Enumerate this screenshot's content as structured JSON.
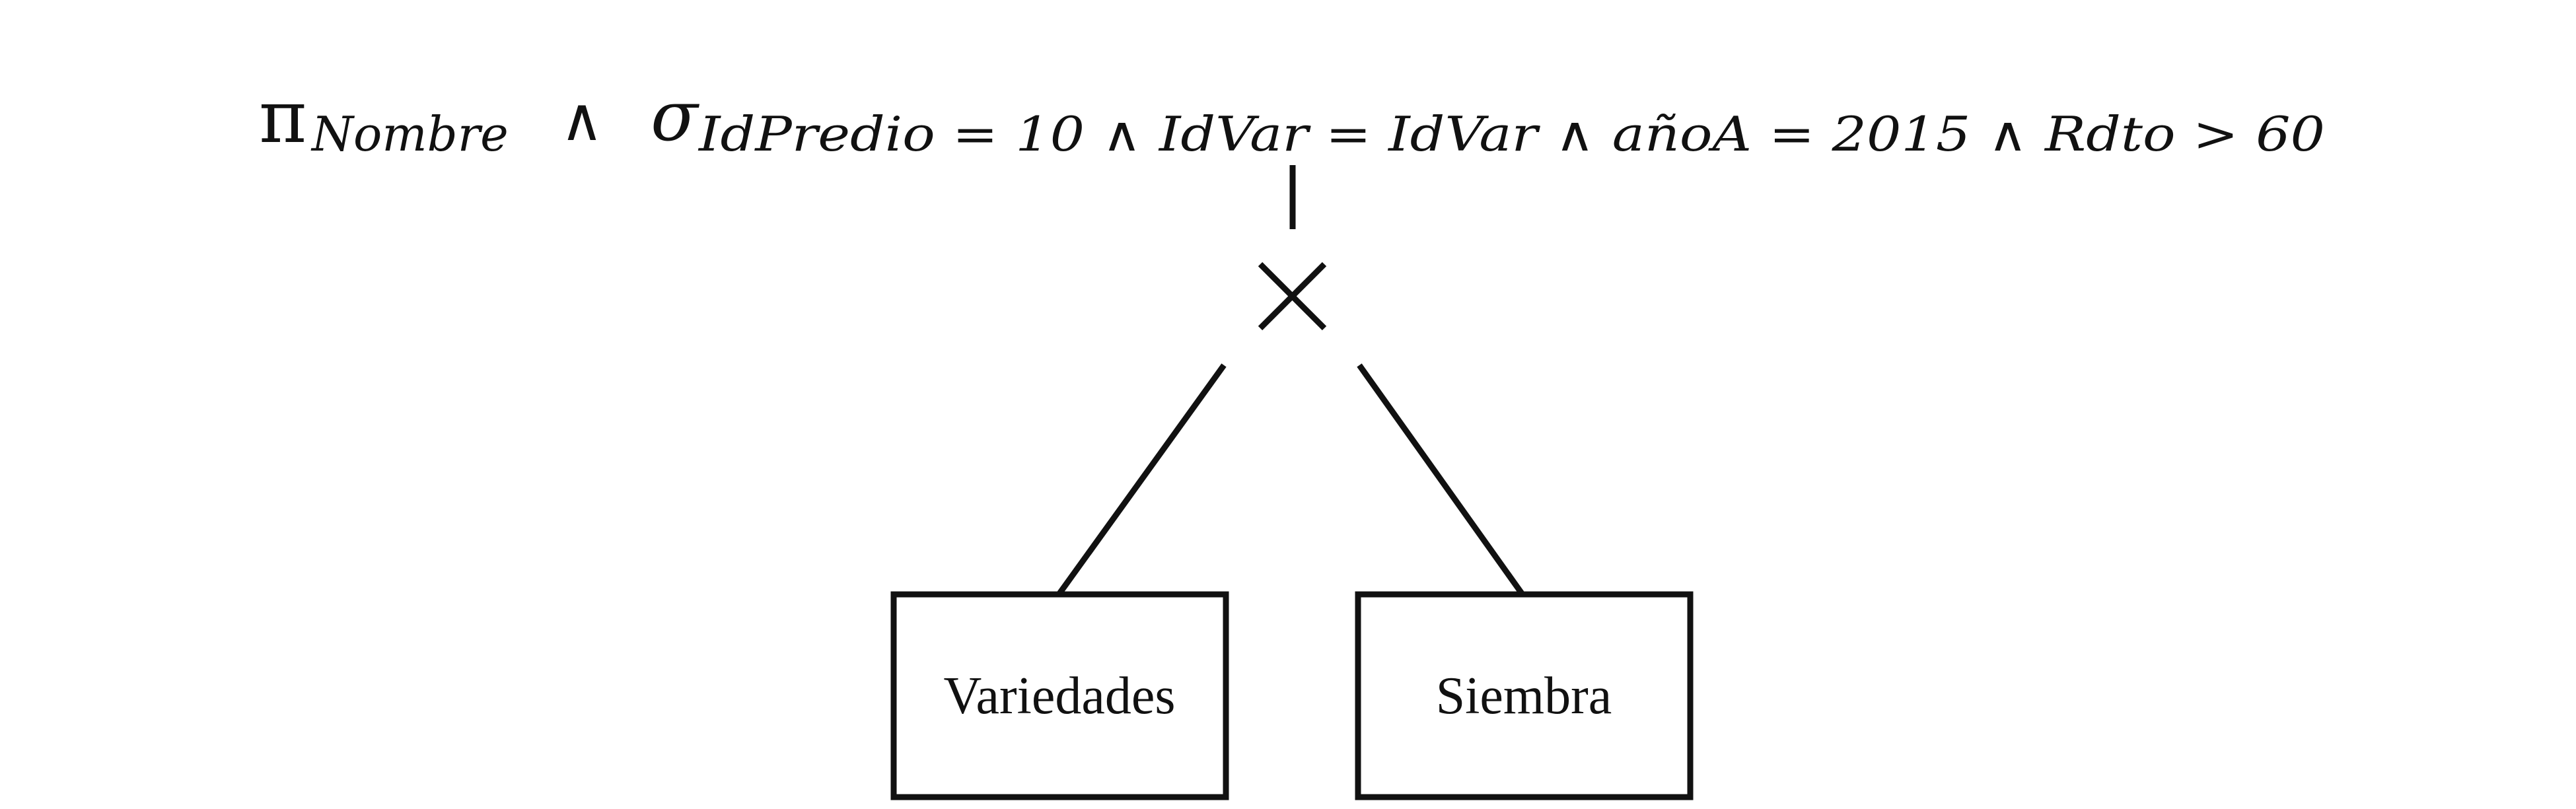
{
  "diagram": {
    "projection": {
      "symbol": "π",
      "subscript": "Nombre"
    },
    "and_operator": "∧",
    "selection": {
      "symbol": "σ",
      "subscript": "IdPredio = 10 ∧ IdVar = IdVar ∧ añoA = 2015 ∧ Rdto > 60"
    },
    "product_operator": "×",
    "left_relation": "Variedades",
    "right_relation": "Siembra",
    "line_color": "#111111"
  }
}
